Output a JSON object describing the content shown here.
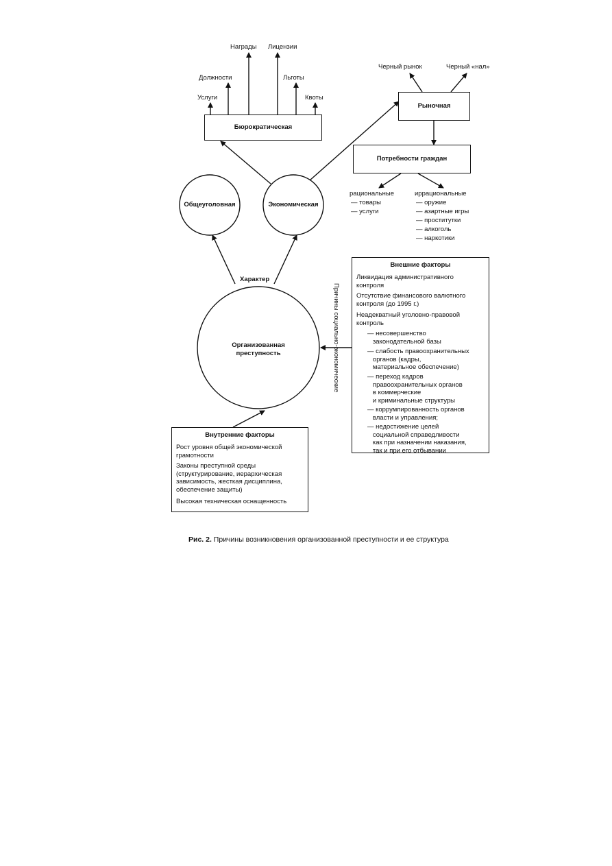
{
  "top_labels": {
    "awards": "Награды",
    "licenses": "Лицензии",
    "positions": "Должности",
    "benefits": "Льготы",
    "services": "Услуги",
    "quotas": "Квоты",
    "black_market": "Черный рынок",
    "black_cash": "Черный «нал»"
  },
  "boxes": {
    "bureaucratic": "Бюрократическая",
    "market": "Рыночная",
    "citizen_needs": "Потребности граждан"
  },
  "needs": {
    "rational_title": "рациональные",
    "rational_items": [
      "— товары",
      "— услуги"
    ],
    "irrational_title": "иррациональные",
    "irrational_items": [
      "— оружие",
      "— азартные игры",
      "— проститутки",
      "— алкоголь",
      "— наркотики"
    ]
  },
  "circles": {
    "general_criminal": "Общеуголовная",
    "economic": "Экономическая",
    "organized_crime_line1": "Организованная",
    "organized_crime_line2": "преступность"
  },
  "character_label": "Характер",
  "vertical_label": "Причины социально-экономические",
  "external": {
    "title": "Внешние факторы",
    "p1": "Ликвидация административного\nконтроля",
    "p2": "Отсутствие финансового валютного\nконтроля (до 1995 г.)",
    "p3": "Неадекватный уголовно-правовой\nконтроль",
    "s1": "— несовершенство\n   законодательной базы",
    "s2": "— слабость правоохранительных\n   органов (кадры,\n   материальное обеспечение)",
    "s3": "— переход кадров\n   правоохранительных органов\n   в коммерческие\n   и криминальные структуры",
    "s4": "— коррумпированность органов\n   власти и управления;",
    "s5": "— недостижение целей\n   социальной справедливости\n   как при назначении наказания,\n   так и при его отбывании"
  },
  "internal": {
    "title": "Внутренние факторы",
    "p1": "Рост уровня общей экономической\nграмотности",
    "p2": "Законы преступной среды\n(структурирование, иерархическая\nзависимость, жесткая дисциплина,\nобеспечение защиты)",
    "p3": "Высокая техническая оснащенность"
  },
  "caption": {
    "prefix": "Рис. 2.",
    "text": " Причины возникновения организованной преступности и ее структура"
  }
}
